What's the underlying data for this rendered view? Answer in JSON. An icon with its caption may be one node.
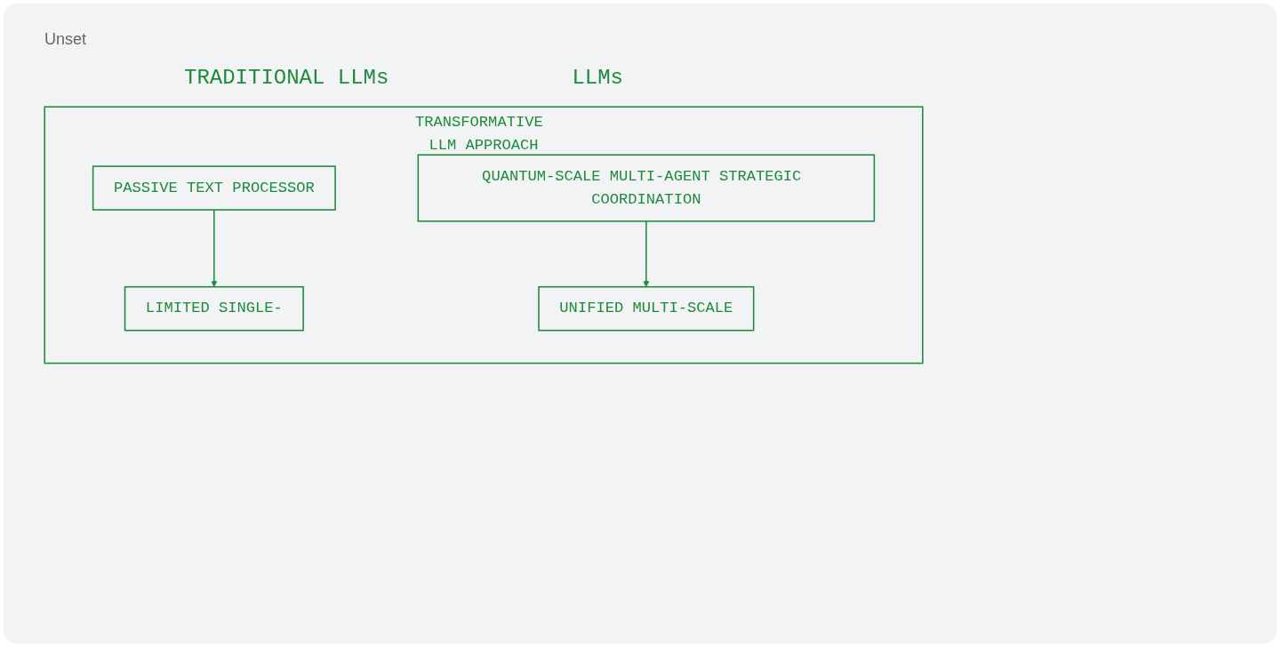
{
  "diagram": {
    "nodes": [
      {
        "text": [
          "TRANSFORMATIVE LLM APPROACH"
        ]
      },
      {
        "text": [
          "PASSIVE TEXT PROCESSOR"
        ],
        "in": 0
      },
      {
        "text": [
          "QUANTUM-SCALE MULTI-AGENT STRATEGIC COORDINATION"
        ],
        "in": 0
      },
      {
        "text": [
          "LIMITED SINGLE-"
        ],
        "in": 0
      },
      {
        "text": [
          "UNIFIED MULTI-SCALE"
        ],
        "in": 0
      }
    ],
    "edges": [
      {
        "from": 1,
        "to": 3,
        "arrow": "to"
      },
      {
        "from": 2,
        "to": 4,
        "arrow": "to"
      }
    ],
    "labels": [
      "Unset",
      "TRADITIONAL LLMs",
      "LLMs"
    ]
  }
}
